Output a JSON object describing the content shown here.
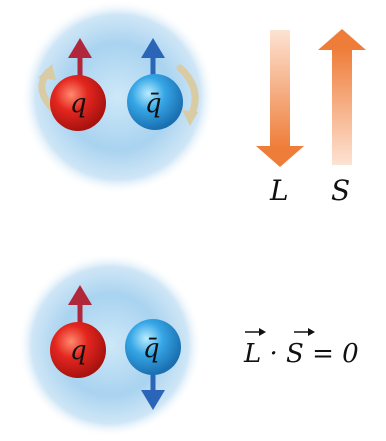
{
  "top_panel": {
    "quark_label": "q",
    "antiquark_label": "q̄",
    "arrow_L_label": "L",
    "arrow_S_label": "S"
  },
  "bottom_panel": {
    "quark_label": "q",
    "antiquark_label": "q̄",
    "equation": "L · S = 0"
  },
  "colors": {
    "quark": "#e0251f",
    "antiquark": "#2f9ee0",
    "cloud": "#a9d3f0",
    "spin_up_arrow_quark": "#b0263a",
    "spin_arrow_antiquark": "#2a65b8",
    "orbit_arrow": "#d8c9a0",
    "big_arrow": "#f08a45"
  }
}
